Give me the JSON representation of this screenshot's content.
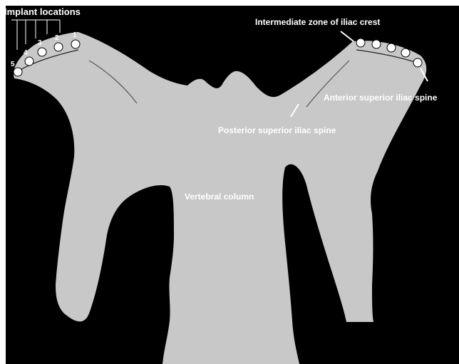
{
  "colors": {
    "background": "#000000",
    "border": "#ffffff",
    "bone": "#c8c8c8",
    "text": "#ffffff",
    "guide_line": "#555555"
  },
  "labels": {
    "implant_locations": "Implant locations",
    "intermediate_zone": "Intermediate zone of iliac crest",
    "anterior_superior_iliac_spine": "Anterior superior iliac spine",
    "posterior_superior_iliac_spine": "Posterior superior iliac spine",
    "vertebral_column": "Vertebral column"
  },
  "implant_numbers": [
    "1",
    "2",
    "3",
    "4",
    "5"
  ]
}
